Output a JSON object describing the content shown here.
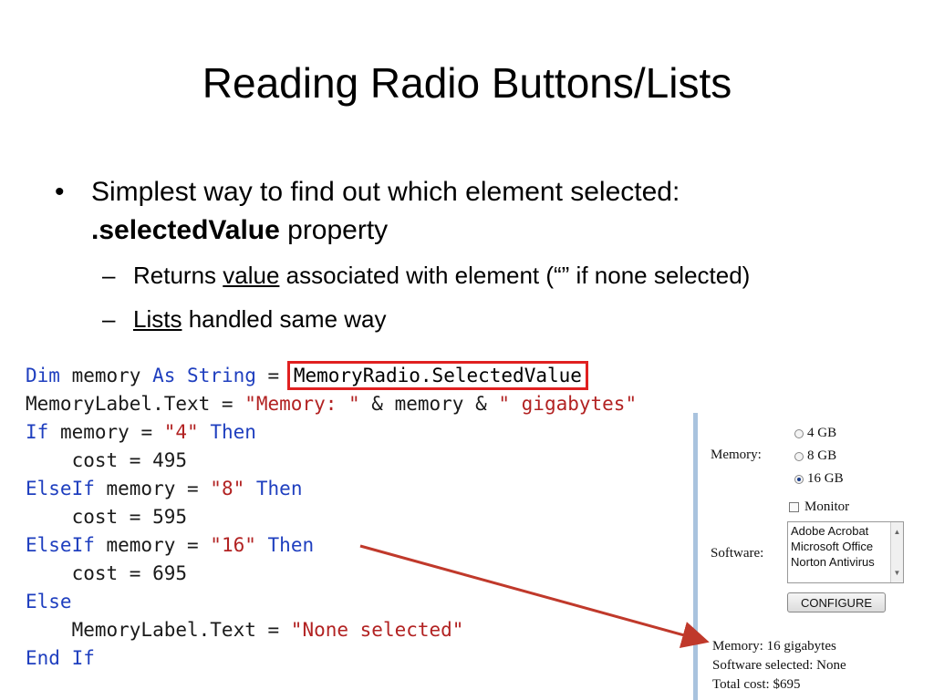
{
  "slide": {
    "title": "Reading Radio Buttons/Lists",
    "bullet1_text": "Simplest way to find out which element selected:",
    "bullet1_bold": ".selectedValue",
    "bullet1_tail": " property",
    "sub1_pre": "Returns ",
    "sub1_u": "value",
    "sub1_post": " associated with element (“” if none selected)",
    "sub2_u": "Lists",
    "sub2_post": " handled same way"
  },
  "code": [
    [
      [
        "kw",
        "Dim"
      ],
      [
        "pl",
        " memory "
      ],
      [
        "kw",
        "As"
      ],
      [
        "pl",
        " "
      ],
      [
        "kw",
        "String"
      ],
      [
        "pl",
        " = "
      ],
      [
        "hl",
        "MemoryRadio.SelectedValue"
      ]
    ],
    [
      [
        "pl",
        "MemoryLabel.Text = "
      ],
      [
        "st",
        "\"Memory: \""
      ],
      [
        "pl",
        " & memory & "
      ],
      [
        "st",
        "\" gigabytes\""
      ]
    ],
    [
      [
        "kw",
        "If"
      ],
      [
        "pl",
        " memory = "
      ],
      [
        "st",
        "\"4\""
      ],
      [
        "pl",
        " "
      ],
      [
        "kw",
        "Then"
      ]
    ],
    [
      [
        "pl",
        "    cost = 495"
      ]
    ],
    [
      [
        "kw",
        "ElseIf"
      ],
      [
        "pl",
        " memory = "
      ],
      [
        "st",
        "\"8\""
      ],
      [
        "pl",
        " "
      ],
      [
        "kw",
        "Then"
      ]
    ],
    [
      [
        "pl",
        "    cost = 595"
      ]
    ],
    [
      [
        "kw",
        "ElseIf"
      ],
      [
        "pl",
        " memory = "
      ],
      [
        "st",
        "\"16\""
      ],
      [
        "pl",
        " "
      ],
      [
        "kw",
        "Then"
      ]
    ],
    [
      [
        "pl",
        "    cost = 695"
      ]
    ],
    [
      [
        "kw",
        "Else"
      ]
    ],
    [
      [
        "pl",
        "    MemoryLabel.Text = "
      ],
      [
        "st",
        "\"None selected\""
      ]
    ],
    [
      [
        "kw",
        "End"
      ],
      [
        "pl",
        " "
      ],
      [
        "kw",
        "If"
      ]
    ]
  ],
  "app": {
    "memory_label": "Memory:",
    "radio_options": [
      "4 GB",
      "8 GB",
      "16 GB"
    ],
    "radio_selected": "16 GB",
    "monitor_label": "Monitor",
    "software_label": "Software:",
    "software_items": [
      "Adobe Acrobat",
      "Microsoft Office",
      "Norton Antivirus"
    ],
    "configure_button": "CONFIGURE",
    "result_memory": "Memory: 16 gigabytes",
    "result_software": "Software selected: None",
    "result_cost": "Total cost: $695"
  },
  "colors": {
    "keyword": "#1f3fbf",
    "string": "#b22222",
    "highlight_box": "#e02020",
    "arrow": "#c0392b",
    "app_border": "#a9c3de"
  }
}
